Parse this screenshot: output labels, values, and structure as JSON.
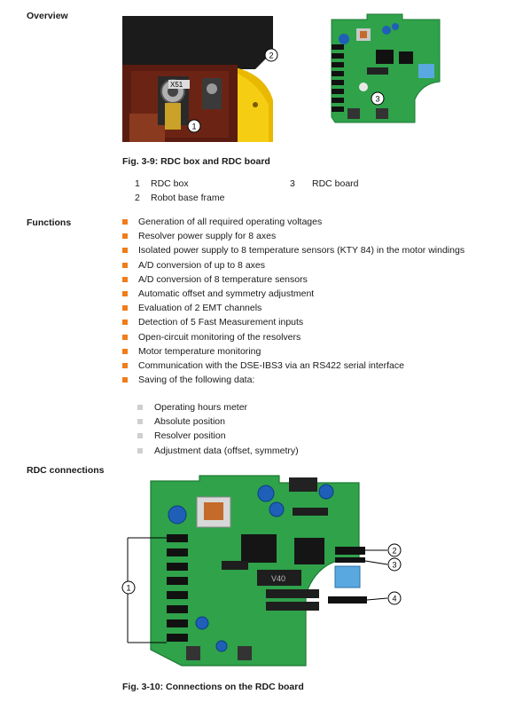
{
  "sections": {
    "overview": "Overview",
    "functions": "Functions",
    "connections": "RDC connections"
  },
  "figure1": {
    "caption": "Fig. 3-9: RDC box and RDC board",
    "photo_label": "X51",
    "callouts": [
      "1",
      "2",
      "3"
    ],
    "legend": [
      {
        "num": "1",
        "text": "RDC box"
      },
      {
        "num": "3",
        "text": "RDC board"
      },
      {
        "num": "2",
        "text": "Robot base frame"
      }
    ]
  },
  "functions": [
    "Generation of all required operating voltages",
    "Resolver power supply for 8 axes",
    "Isolated power supply to 8 temperature sensors (KTY 84) in the motor windings",
    "A/D conversion of up to 8 axes",
    "A/D conversion of 8 temperature sensors",
    "Automatic offset and symmetry adjustment",
    "Evaluation of 2 EMT channels",
    "Detection of 5 Fast Measurement inputs",
    "Open-circuit monitoring of the resolvers",
    "Motor temperature monitoring",
    "Communication with the DSE-IBS3 via an RS422 serial interface",
    "Saving of the following data:"
  ],
  "saved_data": [
    "Operating hours meter",
    "Absolute position",
    "Resolver position",
    "Adjustment data (offset, symmetry)"
  ],
  "figure2": {
    "caption": "Fig. 3-10: Connections on the RDC board",
    "chip_label": "V40",
    "callouts": [
      "1",
      "2",
      "3",
      "4"
    ]
  },
  "colors": {
    "bullet": "#f07d1a",
    "sub_bullet": "#cfcfcf",
    "board_green": "#2fa24a",
    "housing_yellow": "#f2c400"
  }
}
